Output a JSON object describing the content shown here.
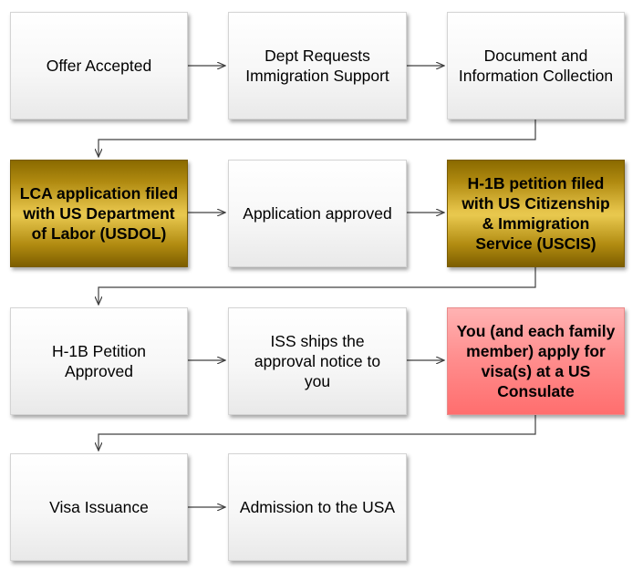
{
  "steps": [
    {
      "id": "offer",
      "label": "Offer Accepted",
      "style": "plain"
    },
    {
      "id": "dept-requests",
      "label": "Dept Requests Immigration Support",
      "style": "plain"
    },
    {
      "id": "document-collection",
      "label": "Document and Information Collection",
      "style": "plain"
    },
    {
      "id": "lca-filed",
      "label": "LCA application filed with US Department of Labor (USDOL)",
      "style": "gold"
    },
    {
      "id": "application-approved",
      "label": "Application approved",
      "style": "plain"
    },
    {
      "id": "h1b-filed",
      "label": "H-1B petition filed with US Citizenship & Immigration Service (USCIS)",
      "style": "gold"
    },
    {
      "id": "h1b-approved",
      "label": "H-1B Petition Approved",
      "style": "plain"
    },
    {
      "id": "iss-ships",
      "label": "ISS ships the approval notice to you",
      "style": "plain"
    },
    {
      "id": "apply-visa",
      "label": "You (and each family member) apply for visa(s) at a US Consulate",
      "style": "red"
    },
    {
      "id": "visa-issuance",
      "label": "Visa Issuance",
      "style": "plain"
    },
    {
      "id": "admission",
      "label": "Admission to the USA",
      "style": "plain"
    }
  ],
  "colors": {
    "connector": "#404040",
    "gold": "#e6c44a",
    "red": "#ff8f8f",
    "plain": "#f7f7f7"
  }
}
